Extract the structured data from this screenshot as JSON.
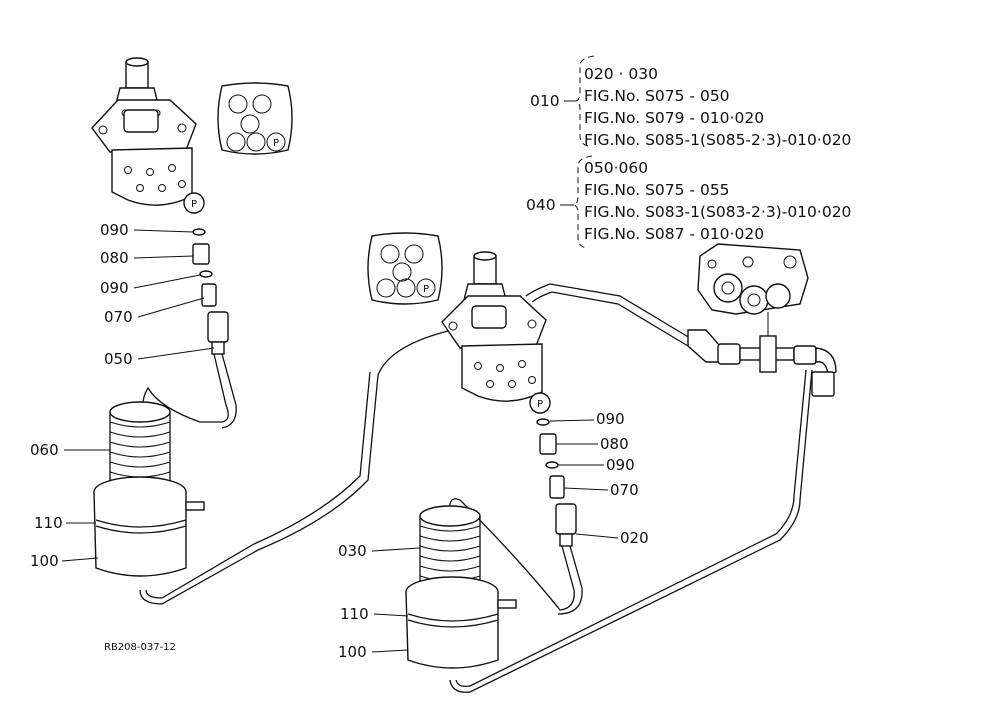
{
  "diagram": {
    "callouts_left": [
      "090",
      "080",
      "090",
      "070",
      "050",
      "060",
      "110",
      "100"
    ],
    "callouts_right": [
      "090",
      "080",
      "090",
      "070",
      "020",
      "030",
      "110",
      "100"
    ],
    "port_marker": "P",
    "port_legend_marker": "P",
    "drawing_code": "RB208-037-12"
  },
  "references": {
    "group_010": {
      "label": "010",
      "lines": [
        "020 · 030",
        "FIG.No. S075 - 050",
        "FIG.No. S079 - 010·020",
        "FIG.No. S085-1(S085-2·3)-010·020"
      ]
    },
    "group_040": {
      "label": "040",
      "lines": [
        "050·060",
        "FIG.No. S075 - 055",
        "FIG.No. S083-1(S083-2·3)-010·020",
        "FIG.No. S087 - 010·020"
      ]
    }
  }
}
